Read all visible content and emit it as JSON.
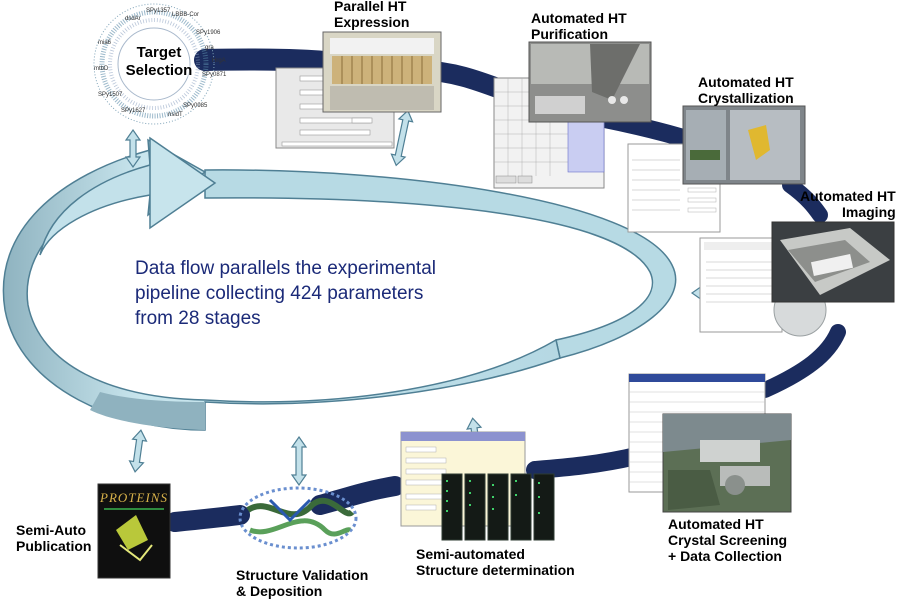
{
  "center_text": [
    "Data flow parallels the experimental",
    "pipeline collecting 424 parameters",
    "from 28 stages"
  ],
  "stages": {
    "target_selection": [
      "Target",
      "Selection"
    ],
    "parallel_expression": [
      "Parallel HT",
      "Expression"
    ],
    "purification": [
      "Automated HT",
      "Purification"
    ],
    "crystallization": [
      "Automated HT",
      "Crystallization"
    ],
    "imaging": [
      "Automated HT",
      "Imaging"
    ],
    "screening": [
      "Automated HT",
      "Crystal Screening",
      "+ Data Collection"
    ],
    "structure_determination": [
      "Semi-automated",
      "Structure determination"
    ],
    "validation": [
      "Structure Validation",
      "& Deposition"
    ],
    "publication": [
      "Semi-Auto",
      "Publication"
    ]
  },
  "journal_cover_title": "PROTEINS",
  "gene_labels": [
    "SPy1357",
    "dsdAr",
    "LBBB-Cor",
    "SPy1906",
    "gra",
    "SPy0871",
    "SPy0985",
    "nsidT",
    "SPy1507",
    "mtbD",
    "SPy1627",
    "mia6",
    "HrgA"
  ],
  "colors": {
    "pipeline": "#1b2c5e",
    "ring_fill": "#b9dbe6",
    "ring_stroke": "#4f7f94",
    "text": "#1b2a78",
    "arrow_fill": "#c3e1ea"
  }
}
